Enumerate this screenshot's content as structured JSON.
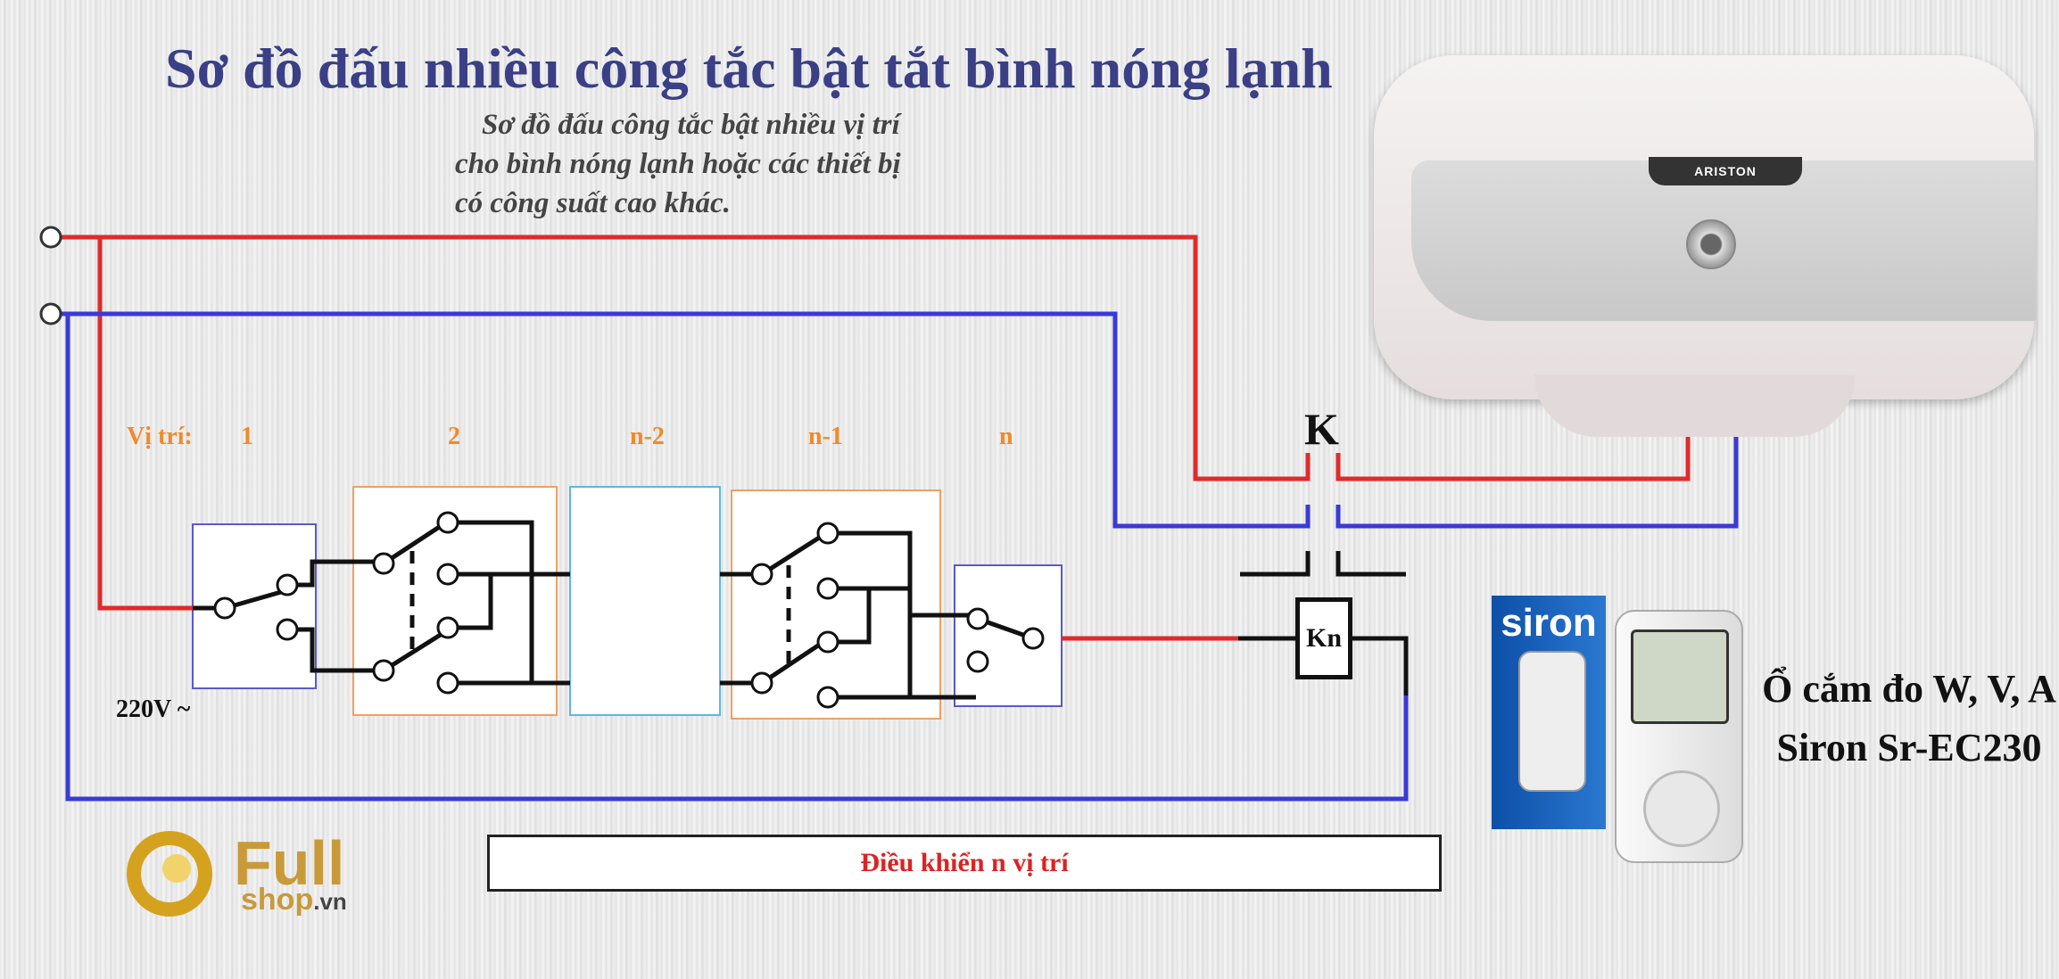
{
  "title": "Sơ đồ đấu nhiều công tắc bật tắt bình nóng lạnh",
  "subtitle_lines": [
    "Sơ đồ đấu công tắc bật nhiều vị trí",
    "cho bình nóng lạnh hoặc các thiết bị",
    "có công suất cao khác."
  ],
  "positions": {
    "label": "Vị trí:",
    "items": [
      "1",
      "2",
      "n-2",
      "n-1",
      "n"
    ]
  },
  "voltage_label": "220V ~",
  "contactor_label": "K",
  "coil_label": "Kn",
  "control_label": "Điều khiển n vị trí",
  "meter_caption": [
    "Ổ cắm đo  W, V, A",
    "Siron Sr-EC230"
  ],
  "heater_brand": "ARISTON",
  "box_brand": "siron",
  "logo": {
    "text": "Full",
    "shop": "shop",
    "tld": ".vn"
  },
  "colors": {
    "live": "#e12a2a",
    "neutral": "#3a3ad6",
    "title": "#3a3f86",
    "position": "#f08a2a",
    "control": "#d22222"
  }
}
